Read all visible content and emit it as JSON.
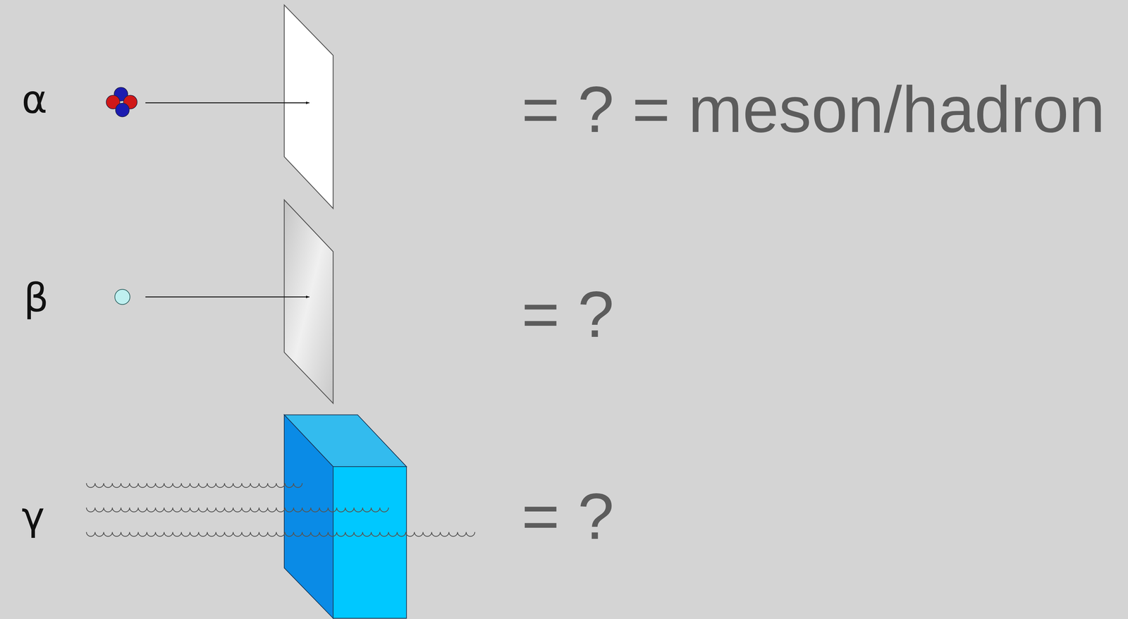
{
  "diagram": {
    "labels": [
      "α",
      "β",
      "γ",
      "= ? = meson/hadron",
      "= ?",
      "= ?"
    ]
  }
}
